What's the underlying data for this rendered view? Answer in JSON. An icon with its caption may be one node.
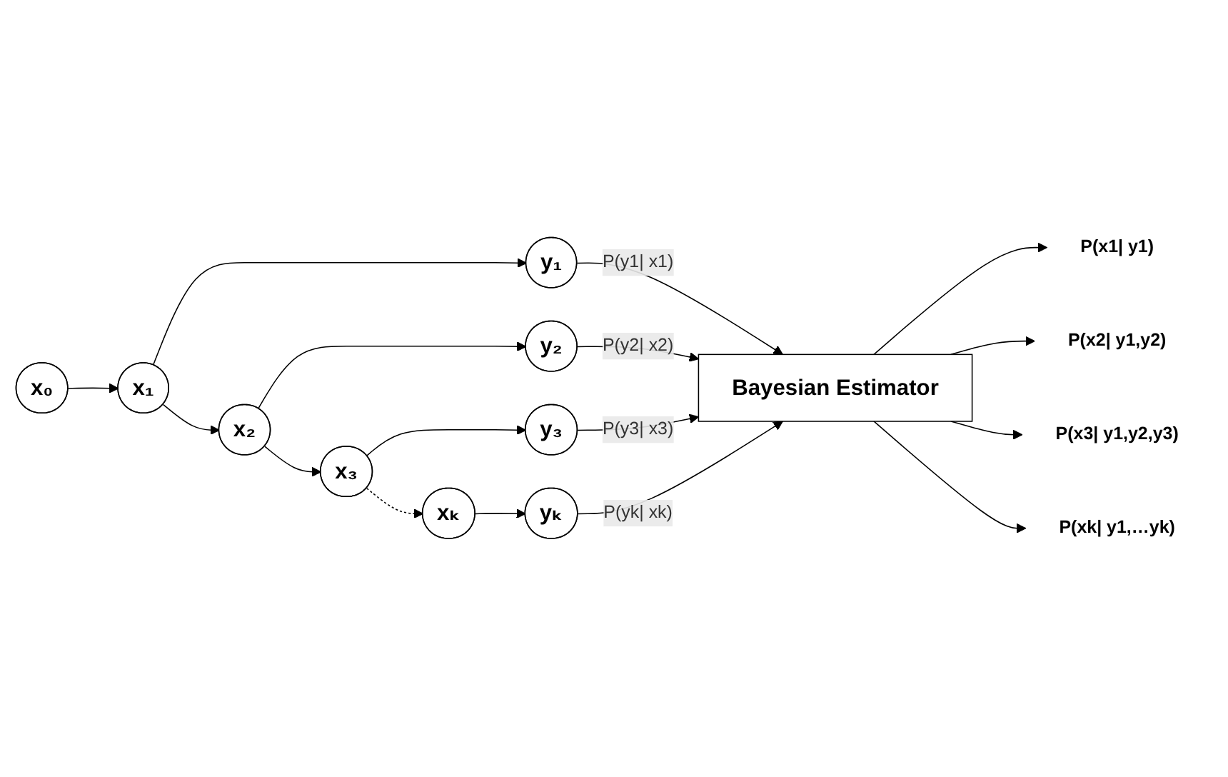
{
  "diagram": {
    "nodes": [
      {
        "text": [
          "x₀"
        ]
      },
      {
        "text": [
          "x₁"
        ]
      },
      {
        "text": [
          "x₂"
        ]
      },
      {
        "text": [
          "x₃"
        ]
      },
      {
        "text": [
          "xₖ"
        ]
      },
      {
        "text": [
          "y₁"
        ]
      },
      {
        "text": [
          "y₂"
        ]
      },
      {
        "text": [
          "y₃"
        ]
      },
      {
        "text": [
          "yₖ"
        ]
      },
      {
        "text": [
          "Bayesian Estimator"
        ]
      },
      {
        "text": [
          "P(x1| y1)"
        ]
      },
      {
        "text": [
          "P(x2| y1,y2)"
        ]
      },
      {
        "text": [
          "P(x3| y1,y2,y3)"
        ]
      },
      {
        "text": [
          "P(xk| y1,…yk)"
        ]
      }
    ],
    "edges": [
      {
        "from": 0,
        "to": 1,
        "arrow": "to"
      },
      {
        "from": 1,
        "to": 2,
        "arrow": "to"
      },
      {
        "from": 2,
        "to": 3,
        "arrow": "to"
      },
      {
        "from": 3,
        "to": 4,
        "arrow": "to",
        "style": "dashed"
      },
      {
        "from": 1,
        "to": 5,
        "arrow": "to"
      },
      {
        "from": 2,
        "to": 6,
        "arrow": "to"
      },
      {
        "from": 3,
        "to": 7,
        "arrow": "to"
      },
      {
        "from": 4,
        "to": 8,
        "arrow": "to"
      },
      {
        "from": 5,
        "to": 9,
        "arrow": "to",
        "label": "P(y1| x1)"
      },
      {
        "from": 6,
        "to": 9,
        "arrow": "to",
        "label": "P(y2| x2)"
      },
      {
        "from": 7,
        "to": 9,
        "arrow": "to",
        "label": "P(y3| x3)"
      },
      {
        "from": 8,
        "to": 9,
        "arrow": "to",
        "label": "P(yk| xk)"
      },
      {
        "from": 9,
        "to": 10,
        "arrow": "to"
      },
      {
        "from": 9,
        "to": 11,
        "arrow": "to"
      },
      {
        "from": 9,
        "to": 12,
        "arrow": "to"
      },
      {
        "from": 9,
        "to": 13,
        "arrow": "to"
      }
    ]
  }
}
